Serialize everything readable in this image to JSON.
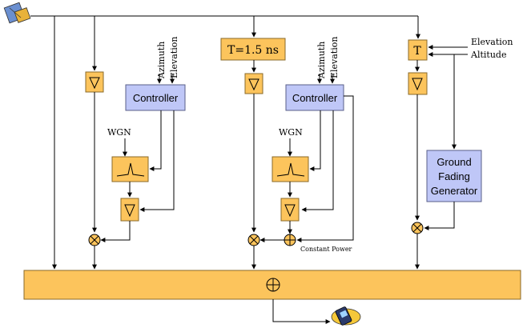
{
  "labels": {
    "azimuth": "Azimuth",
    "elevation": "Elevation",
    "altitude": "Altitude",
    "wgn": "WGN",
    "controller": "Controller",
    "delay": "T=1.5 ns",
    "t": "T",
    "ground_line1": "Ground",
    "ground_line2": "Fading",
    "ground_line3": "Generator",
    "constant_power": "Constant Power"
  },
  "icons": {
    "source": "satellite-icon",
    "sink": "handheld-receiver-icon",
    "attenuator": "triangle-down-icon",
    "filter": "spike-filter-icon",
    "multiplier": "multiply-circle-icon",
    "adder": "plus-circle-icon"
  },
  "colors": {
    "orange_block": "#fcc45c",
    "blue_block": "#bfc7f7"
  }
}
